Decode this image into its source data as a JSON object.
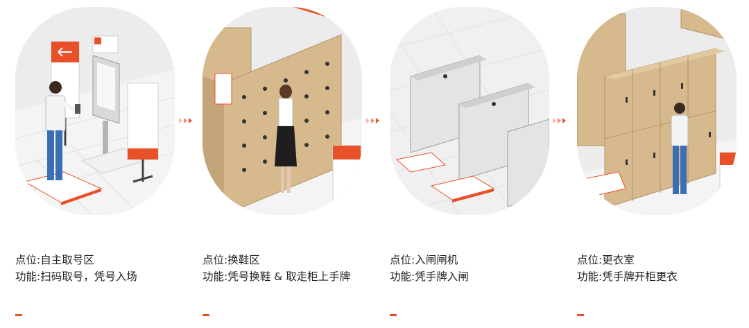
{
  "colors": {
    "accent": "#e8502a",
    "cabinet": "#d6b98c",
    "floor": "#ececec",
    "wall": "#dcdcdc"
  },
  "steps": [
    {
      "point_label": "点位: ",
      "point_value": "自主取号区",
      "func_label": "功能: ",
      "func_value": "扫码取号，凭号入场",
      "icon": "kiosk-scene"
    },
    {
      "point_label": "点位: ",
      "point_value": "换鞋区",
      "func_label": "功能: ",
      "func_value": "凭号换鞋 & 取走柜上手牌",
      "icon": "shoe-locker-scene"
    },
    {
      "point_label": "点位: ",
      "point_value": "入闸闸机",
      "func_label": "功能: ",
      "func_value": "凭手牌入闸",
      "icon": "turnstile-scene"
    },
    {
      "point_label": "点位: ",
      "point_value": "更衣室",
      "func_label": "功能: ",
      "func_value": "凭手牌开柜更衣",
      "icon": "locker-room-scene"
    }
  ]
}
